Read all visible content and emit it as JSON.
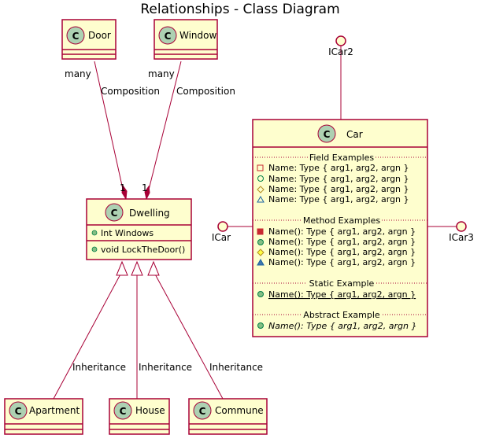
{
  "title": "Relationships - Class Diagram",
  "class_glyph": "C",
  "classes": {
    "door": {
      "name": "Door"
    },
    "window": {
      "name": "Window"
    },
    "dwelling": {
      "name": "Dwelling",
      "field": "Int Windows",
      "method": "void LockTheDoor()"
    },
    "apartment": {
      "name": "Apartment"
    },
    "house": {
      "name": "House"
    },
    "commune": {
      "name": "Commune"
    },
    "car": {
      "name": "Car",
      "field_header": "Field Examples",
      "fields": [
        "Name: Type { arg1, arg2, argn }",
        "Name: Type { arg1, arg2, argn }",
        "Name: Type { arg1, arg2, argn }",
        "Name: Type { arg1, arg2, argn }"
      ],
      "method_header": "Method Examples",
      "methods": [
        "Name(): Type { arg1, arg2, argn }",
        "Name(): Type { arg1, arg2, argn }",
        "Name(): Type { arg1, arg2, argn }",
        "Name(): Type { arg1, arg2, argn }"
      ],
      "static_header": "Static Example",
      "static_member": "Name(): Type { arg1, arg2, argn }",
      "abstract_header": "Abstract Example",
      "abstract_member": "Name(): Type { arg1, arg2, argn }"
    }
  },
  "interfaces": {
    "icar": "ICar",
    "icar2": "ICar2",
    "icar3": "ICar3"
  },
  "relations": {
    "door_composition": "Composition",
    "window_composition": "Composition",
    "door_multiplicity_source": "many",
    "window_multiplicity_source": "many",
    "door_multiplicity_target": "1",
    "window_multiplicity_target": "1",
    "inheritance_apartment": "Inheritance",
    "inheritance_house": "Inheritance",
    "inheritance_commune": "Inheritance"
  },
  "colors": {
    "class_fill": "#FEFECE",
    "border": "#A80036",
    "class_circle": "#ADD1B2",
    "public_fill": "#84BE84",
    "protected_fill": "#FFFF44",
    "package_fill": "#4177AF",
    "private_fill": "#C82930"
  },
  "visibility_icons": [
    "private-square-icon",
    "public-circle-icon",
    "protected-diamond-icon",
    "package-triangle-icon"
  ]
}
